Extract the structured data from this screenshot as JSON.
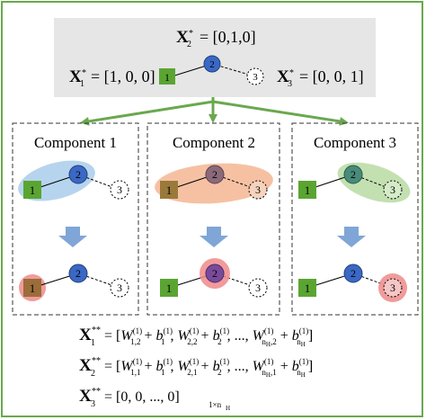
{
  "top_panel": {
    "x2_label": "X",
    "x2_sub": "2",
    "x2_value": "= [0,1,0]",
    "x1_label": "X",
    "x1_sub": "1",
    "x1_value": "= [1, 0, 0]",
    "x3_label": "X",
    "x3_sub": "3",
    "x3_value": "= [0, 0, 1]"
  },
  "nodes": {
    "n1": "1",
    "n2": "2",
    "n3": "3"
  },
  "components": [
    {
      "title": "Component 1"
    },
    {
      "title": "Component 2"
    },
    {
      "title": "Component 3"
    }
  ],
  "equations": {
    "eq1_lhs": "X",
    "eq1_sub": "1",
    "eq2_lhs": "X",
    "eq2_sub": "2",
    "eq3_lhs": "X",
    "eq3_sub": "3",
    "eq3_rhs": "= [0, 0, ..., 0]",
    "eq3_size": "1×n",
    "eq3_size_sub": "H"
  },
  "colors": {
    "frame": "#6aa84f",
    "panel_bg": "#e6e6e6",
    "node_green": "#5aa532",
    "node_blue": "#3a68c4",
    "highlight_blue": "#9ec5e8",
    "highlight_orange": "#f4b28c",
    "highlight_green": "#b9dba3",
    "highlight_red": "#ee8a8a",
    "arrow_blue": "#7fa6d6",
    "arrow_green": "#6aa84f"
  }
}
